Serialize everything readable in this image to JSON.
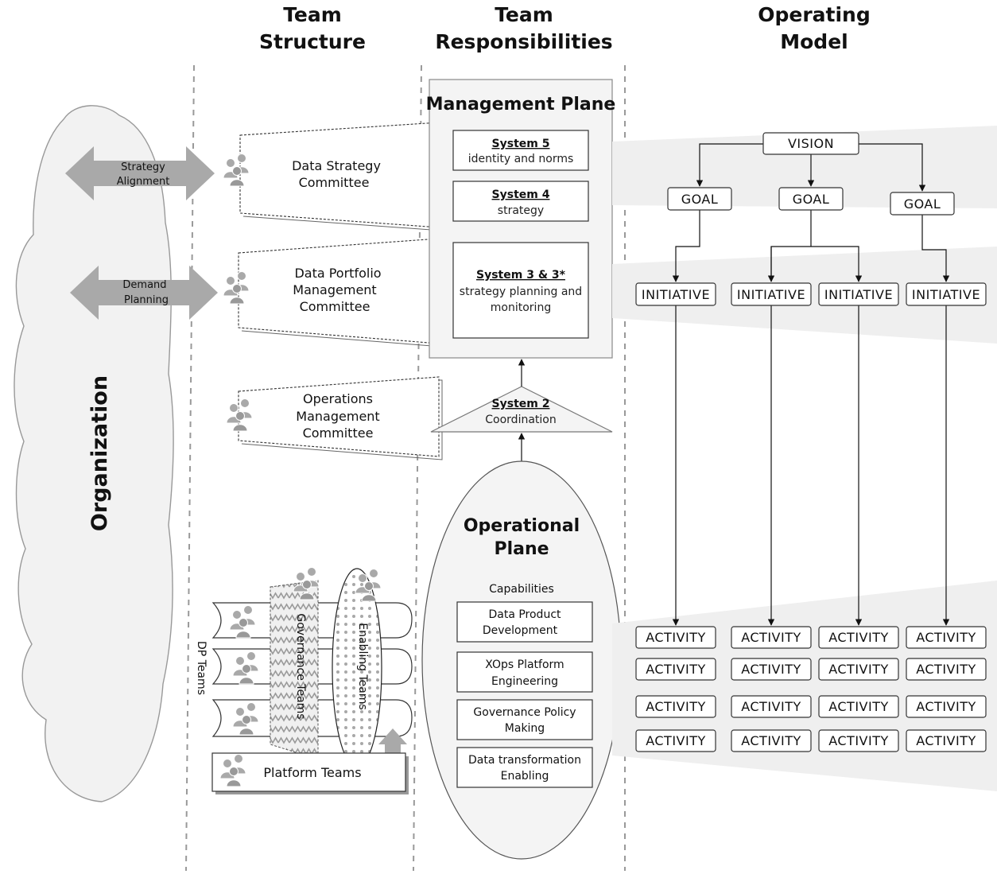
{
  "headers": {
    "team_structure": [
      "Team",
      "Structure"
    ],
    "team_responsibilities": [
      "Team",
      "Responsibilities"
    ],
    "operating_model": [
      "Operating",
      "Model"
    ]
  },
  "organization": {
    "label": "Organization",
    "arrows": [
      {
        "lines": [
          "Strategy",
          "Alignment"
        ]
      },
      {
        "lines": [
          "Demand",
          "Planning"
        ]
      }
    ]
  },
  "committees": [
    {
      "lines": [
        "Data Strategy",
        "Committee"
      ]
    },
    {
      "lines": [
        "Data Portfolio",
        "Management",
        "Committee"
      ]
    },
    {
      "lines": [
        "Operations",
        "Management",
        "Committee"
      ]
    }
  ],
  "teams": {
    "dp_teams": "DP Teams",
    "governance_teams": "Governance Teams",
    "enabling_teams": "Enabling Teams",
    "platform_teams": "Platform Teams"
  },
  "management_plane": {
    "title": "Management Plane",
    "systems": [
      {
        "name": "System 5",
        "desc": [
          "identity and norms"
        ]
      },
      {
        "name": "System 4",
        "desc": [
          "strategy"
        ]
      },
      {
        "name": "System 3 & 3*",
        "desc": [
          "strategy planning and",
          "monitoring"
        ]
      }
    ]
  },
  "coordination": {
    "name": "System 2",
    "desc": "Coordination"
  },
  "operational_plane": {
    "title": [
      "Operational",
      "Plane"
    ],
    "capabilities_label": "Capabilities",
    "capabilities": [
      {
        "lines": [
          "Data Product",
          "Development"
        ]
      },
      {
        "lines": [
          "XOps Platform",
          "Engineering"
        ]
      },
      {
        "lines": [
          "Governance Policy",
          "Making"
        ]
      },
      {
        "lines": [
          "Data transformation",
          "Enabling"
        ]
      }
    ]
  },
  "operating_model": {
    "vision": "VISION",
    "goals": [
      "GOAL",
      "GOAL",
      "GOAL"
    ],
    "initiatives": [
      "INITIATIVE",
      "INITIATIVE",
      "INITIATIVE",
      "INITIATIVE"
    ],
    "activity_label": "ACTIVITY",
    "activity_rows": 4,
    "activity_cols": 4
  },
  "colors": {
    "arrow_fill": "#a9a9a9",
    "cloud_fill": "#f2f2f2",
    "panel_fill": "#f4f4f4",
    "band_fill": "#efefef",
    "person_fill": "#999999"
  }
}
